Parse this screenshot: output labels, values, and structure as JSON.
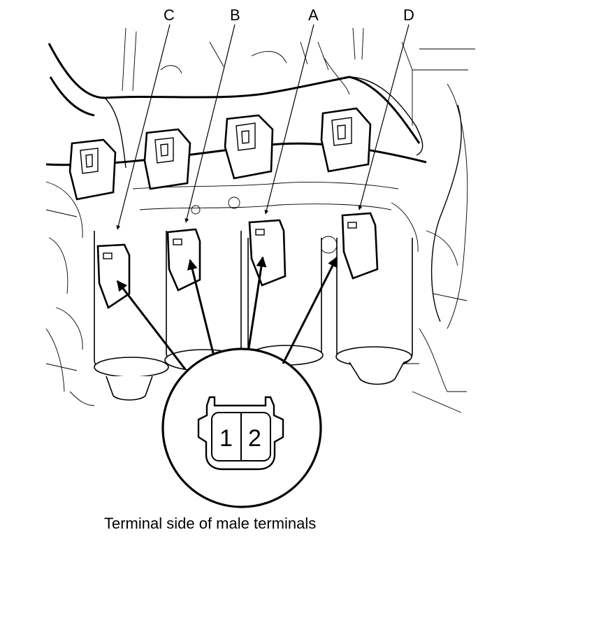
{
  "labels": {
    "C": "C",
    "B": "B",
    "A": "A",
    "D": "D"
  },
  "connector_pins": {
    "pin1": "1",
    "pin2": "2"
  },
  "caption": "Terminal side of male terminals"
}
